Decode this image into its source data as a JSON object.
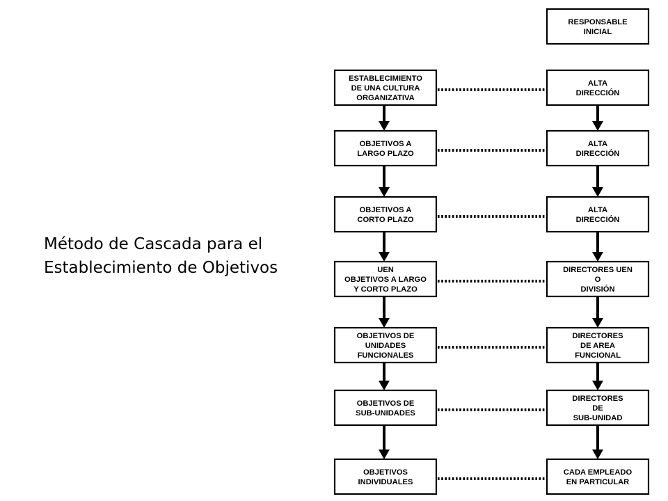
{
  "title": {
    "lines": [
      "Método de Cascada para el",
      "Establecimiento de Objetivos"
    ]
  },
  "diagram": {
    "header": {
      "lines": [
        "RESPONSABLE",
        "INICIAL"
      ]
    },
    "rows": [
      {
        "objective": [
          "ESTABLECIMIENTO",
          "DE UNA CULTURA",
          "ORGANIZATIVA"
        ],
        "responsible": [
          "ALTA",
          "DIRECCIÓN"
        ]
      },
      {
        "objective": [
          "OBJETIVOS A",
          "LARGO PLAZO"
        ],
        "responsible": [
          "ALTA",
          "DIRECCIÓN"
        ]
      },
      {
        "objective": [
          "OBJETIVOS A",
          "CORTO PLAZO"
        ],
        "responsible": [
          "ALTA",
          "DIRECCIÓN"
        ]
      },
      {
        "objective": [
          "UEN",
          "OBJETIVOS A LARGO",
          "Y CORTO PLAZO"
        ],
        "responsible": [
          "DIRECTORES UEN",
          "O",
          "DIVISIÓN"
        ]
      },
      {
        "objective": [
          "OBJETIVOS DE",
          "UNIDADES",
          "FUNCIONALES"
        ],
        "responsible": [
          "DIRECTORES",
          "DE AREA",
          "FUNCIONAL"
        ]
      },
      {
        "objective": [
          "OBJETIVOS DE",
          "SUB-UNIDADES"
        ],
        "responsible": [
          "DIRECTORES",
          "DE",
          "SUB-UNIDAD"
        ]
      },
      {
        "objective": [
          "OBJETIVOS",
          "INDIVIDUALES"
        ],
        "responsible": [
          "CADA EMPLEADO",
          "EN PARTICULAR"
        ]
      }
    ]
  }
}
